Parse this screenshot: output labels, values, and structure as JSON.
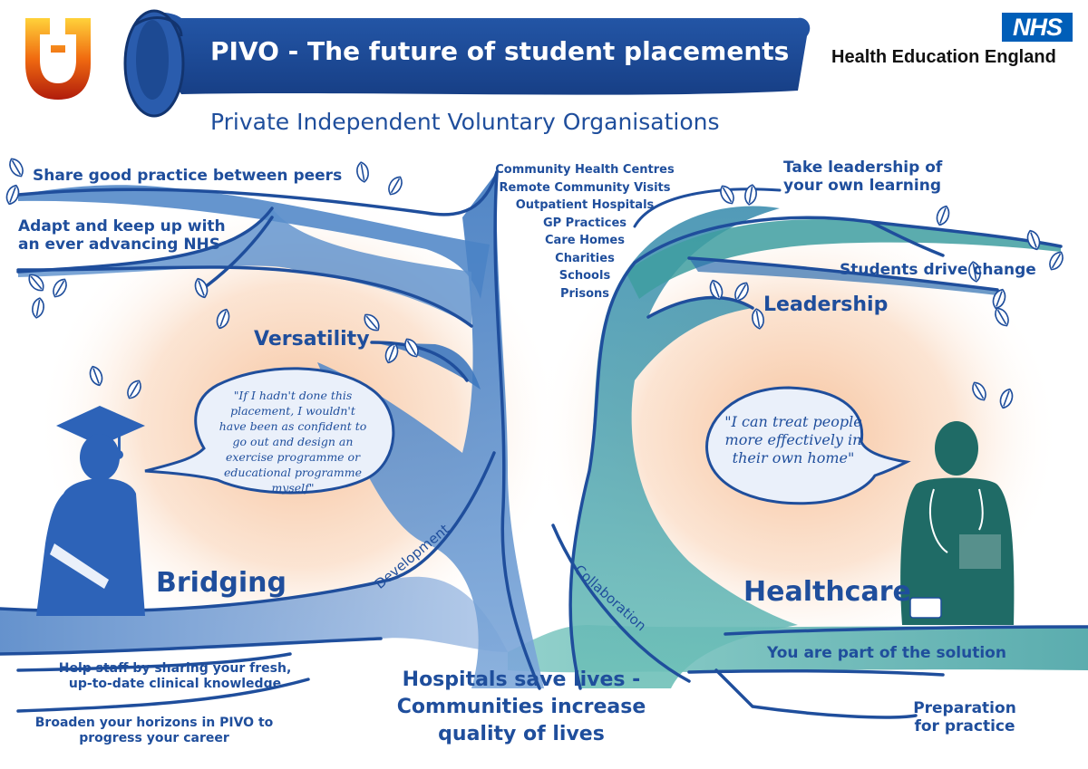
{
  "header": {
    "title": "PIVO - The future of student placements",
    "subtitle": "Private Independent Voluntary Organisations",
    "nhs_badge": "NHS",
    "org_name": "Health Education England"
  },
  "settings_list": [
    "Community Health Centres",
    "Remote Community Visits",
    "Outpatient Hospitals",
    "GP Practices",
    "Care Homes",
    "Charities",
    "Schools",
    "Prisons"
  ],
  "left_branch": {
    "share": "Share good practice between peers",
    "adapt_line1": "Adapt and keep up with",
    "adapt_line2": "an ever advancing NHS",
    "versatility": "Versatility",
    "bridging": "Bridging",
    "development": "Development",
    "quote": "\"If I hadn't done this placement, I wouldn't have been as confident to go out and design an exercise programme or educational programme myself\"",
    "help_line1": "Help staff by sharing your fresh,",
    "help_line2": "up-to-date clinical knowledge",
    "broaden_line1": "Broaden your horizons in PIVO to",
    "broaden_line2": "progress your career"
  },
  "right_branch": {
    "take_line1": "Take leadership of",
    "take_line2": "your own learning",
    "students": "Students drive change",
    "leadership": "Leadership",
    "healthcare": "Healthcare",
    "collaboration": "Collaboration",
    "quote": "\"I can treat people more effectively in their own home\"",
    "solution": "You are part of the solution",
    "prep_line1": "Preparation",
    "prep_line2": "for practice"
  },
  "center": {
    "line1": "Hospitals save lives -",
    "line2": "Communities increase",
    "line3": "quality of lives"
  },
  "colors": {
    "navy": "#1f4e9c",
    "banner": "#1a4b9b",
    "left_tree": "#4f86c6",
    "right_tree": "#3e9ea0",
    "glow": "#f7c8a4",
    "nhs_blue": "#005eb8",
    "doctor": "#1f6b66"
  },
  "icons": [
    "university-logo-icon",
    "graduate-figure-icon",
    "doctor-figure-icon",
    "leaf-icon"
  ]
}
